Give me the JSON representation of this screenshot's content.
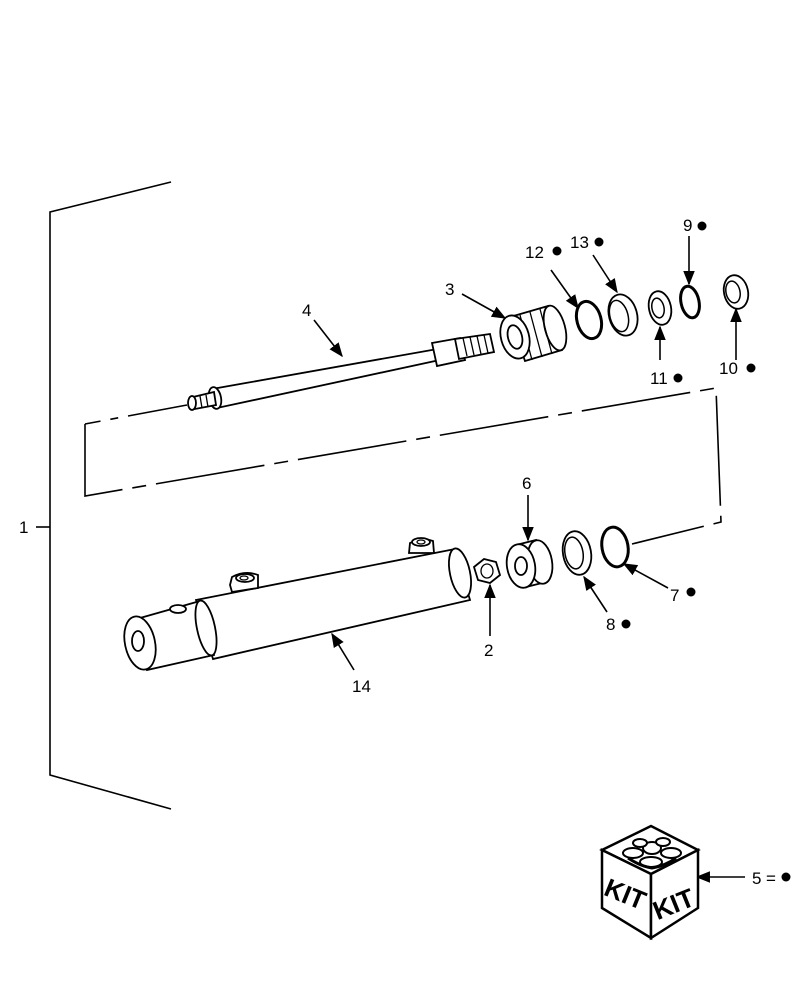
{
  "callouts": {
    "c1": "1",
    "c2": "2",
    "c3": "3",
    "c4": "4",
    "c5": "5",
    "c6": "6",
    "c7": "7",
    "c8": "8",
    "c9": "9",
    "c10": "10",
    "c11": "11",
    "c12": "12",
    "c13": "13",
    "c14": "14"
  },
  "kit": {
    "label_left": "KIT",
    "label_right": "KIT",
    "legend_equals": "="
  }
}
